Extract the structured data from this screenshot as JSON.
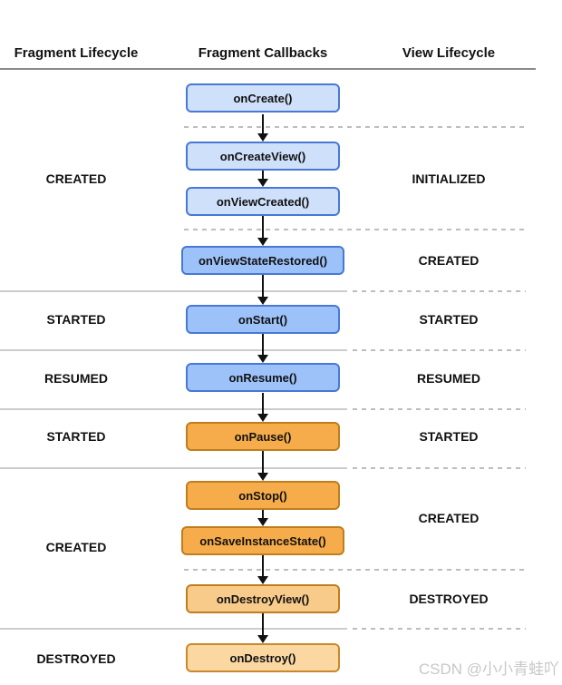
{
  "columns": {
    "fragment_lifecycle": "Fragment Lifecycle",
    "fragment_callbacks": "Fragment Callbacks",
    "view_lifecycle": "View Lifecycle"
  },
  "callbacks": [
    {
      "label": "onCreate()",
      "color_group": "blue-light"
    },
    {
      "label": "onCreateView()",
      "color_group": "blue-light"
    },
    {
      "label": "onViewCreated()",
      "color_group": "blue-light"
    },
    {
      "label": "onViewStateRestored()",
      "color_group": "blue-medium"
    },
    {
      "label": "onStart()",
      "color_group": "blue-medium"
    },
    {
      "label": "onResume()",
      "color_group": "blue-medium"
    },
    {
      "label": "onPause()",
      "color_group": "orange-dark"
    },
    {
      "label": "onStop()",
      "color_group": "orange-dark"
    },
    {
      "label": "onSaveInstanceState()",
      "color_group": "orange-dark"
    },
    {
      "label": "onDestroyView()",
      "color_group": "orange-medium"
    },
    {
      "label": "onDestroy()",
      "color_group": "orange-light"
    }
  ],
  "fragment_states": [
    {
      "label": "CREATED"
    },
    {
      "label": "STARTED"
    },
    {
      "label": "RESUMED"
    },
    {
      "label": "STARTED"
    },
    {
      "label": "CREATED"
    },
    {
      "label": "DESTROYED"
    }
  ],
  "view_states": [
    {
      "label": "INITIALIZED"
    },
    {
      "label": "CREATED"
    },
    {
      "label": "STARTED"
    },
    {
      "label": "RESUMED"
    },
    {
      "label": "STARTED"
    },
    {
      "label": "CREATED"
    },
    {
      "label": "DESTROYED"
    }
  ],
  "watermark": "CSDN @小小青蛙吖",
  "colors": {
    "box_blue_light_fill": "#cfe0fb",
    "box_blue_medium_fill": "#9dc2f9",
    "box_blue_border": "#4878d6",
    "box_orange_dark_fill": "#f6ac4a",
    "box_orange_medium_fill": "#f8cb8a",
    "box_orange_light_fill": "#fbd8a2",
    "box_orange_border": "#bf7d1e",
    "divider_solid": "#cccccc",
    "divider_dashed": "#bdbdbd",
    "header_rule": "#8a8a8a",
    "arrow": "#111111",
    "text": "#111111",
    "watermark_text_color": "#c8c8c8"
  }
}
